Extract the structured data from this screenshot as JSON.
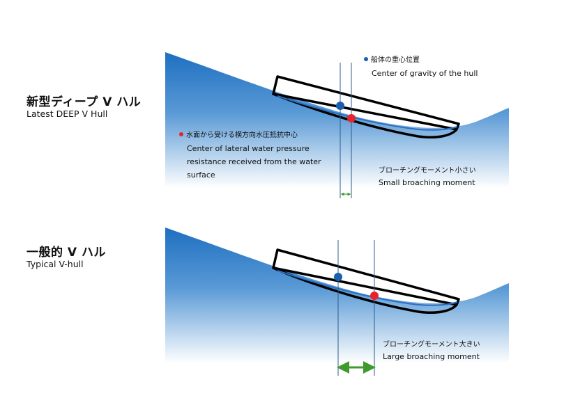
{
  "colors": {
    "water_top": "#1e6fc1",
    "water_bottom": "#ffffff",
    "gravity": "#1b5fae",
    "pressure": "#e8222a",
    "arrow": "#3f9a2e",
    "line": "#2c5c8c"
  },
  "icons": [
    "boat-hull-icon",
    "gravity-dot-icon",
    "pressure-dot-icon",
    "double-arrow-icon"
  ],
  "panel1": {
    "title_jp": "新型ディープ V ハル",
    "title_en": "Latest DEEP V Hull",
    "gravity_jp": "船体の重心位置",
    "gravity_en": "Center of gravity of the hull",
    "pressure_jp": "水面から受ける横方向水圧抵抗中心",
    "pressure_en": [
      "Center of lateral water pressure",
      "resistance received from the water",
      "surface"
    ],
    "moment_jp": "ブローチングモーメント小さい",
    "moment_en": "Small broaching moment"
  },
  "panel2": {
    "title_jp": "一般的 V ハル",
    "title_en": "Typical V-hull",
    "moment_jp": "ブローチングモーメント大きい",
    "moment_en": "Large broaching moment"
  }
}
